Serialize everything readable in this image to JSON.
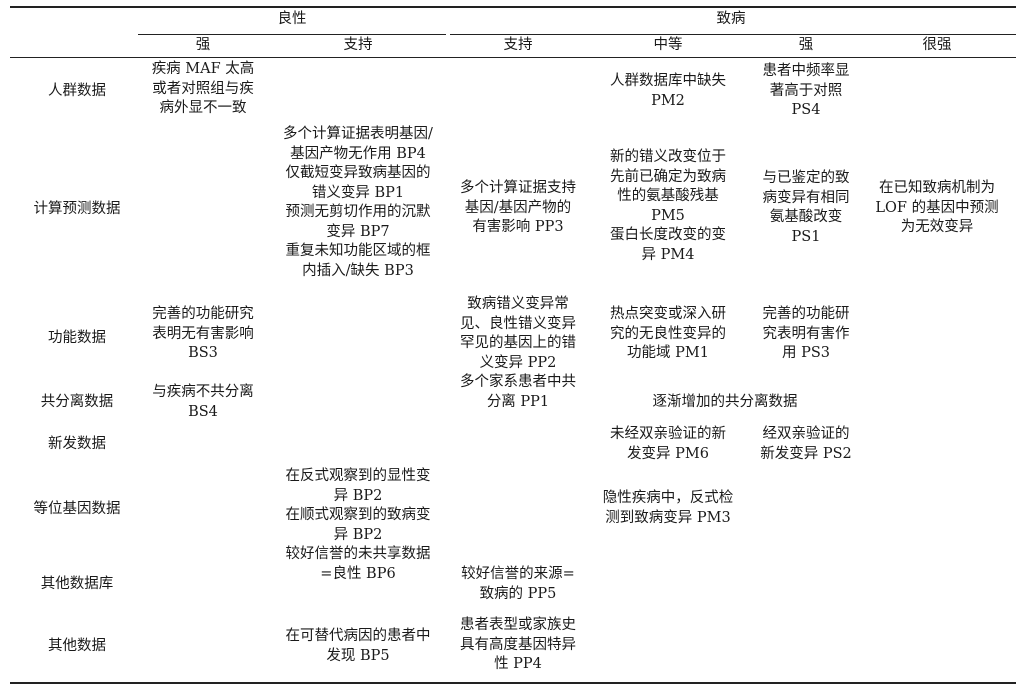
{
  "header": {
    "benign": "良性",
    "pathogenic": "致病",
    "sub": [
      "强",
      "支持",
      "支持",
      "中等",
      "强",
      "很强"
    ]
  },
  "rows": [
    "人群数据",
    "计算预测数据",
    "功能数据",
    "共分离数据",
    "新发数据",
    "等位基因数据",
    "其他数据库",
    "其他数据"
  ],
  "cells": {
    "bs1": [
      "疾病 MAF 太高",
      "或者对照组与疾",
      "病外显不一致"
    ],
    "pm2": [
      "人群数据库中缺失",
      "PM2"
    ],
    "ps4": [
      "患者中频率显",
      "著高于对照",
      "PS4"
    ],
    "bp_comp": [
      "多个计算证据表明基因/",
      "基因产物无作用 BP4",
      "仅截短变异致病基因的",
      "错义变异 BP1",
      "预测无剪切作用的沉默",
      "变异 BP7",
      "重复未知功能区域的框",
      "内插入/缺失 BP3"
    ],
    "pp3": [
      "多个计算证据支持",
      "基因/基因产物的",
      "有害影响 PP3"
    ],
    "pm5_pm4": [
      "新的错义改变位于",
      "先前已确定为致病",
      "性的氨基酸残基",
      "PM5",
      "蛋白长度改变的变",
      "异 PM4"
    ],
    "ps1": [
      "与已鉴定的致",
      "病变异有相同",
      "氨基酸改变",
      "PS1"
    ],
    "pvs1": [
      "在已知致病机制为",
      "LOF 的基因中预测",
      "为无效变异"
    ],
    "bs3": [
      "完善的功能研究",
      "表明无有害影响",
      "BS3"
    ],
    "pp2_pp1": [
      "致病错义变异常",
      "见、良性错义变异",
      "罕见的基因上的错",
      "义变异 PP2",
      "多个家系患者中共",
      "分离 PP1"
    ],
    "pm1": [
      "热点突变或深入研",
      "究的无良性变异的",
      "功能域 PM1"
    ],
    "ps3": [
      "完善的功能研",
      "究表明有害作",
      "用 PS3"
    ],
    "bs4": [
      "与疾病不共分离",
      "BS4"
    ],
    "coseg": [
      "逐渐增加的共分离数据"
    ],
    "pm6": [
      "未经双亲验证的新",
      "发变异 PM6"
    ],
    "ps2": [
      "经双亲验证的",
      "新发变异 PS2"
    ],
    "bp2_bp6": [
      "在反式观察到的显性变",
      "异 BP2",
      "在顺式观察到的致病变",
      "异 BP2",
      "较好信誉的未共享数据",
      "=良性 BP6"
    ],
    "pm3": [
      "隐性疾病中，反式检",
      "测到致病变异 PM3"
    ],
    "pp5": [
      "较好信誉的来源=",
      "致病的 PP5"
    ],
    "bp5": [
      "在可替代病因的患者中",
      "发现 BP5"
    ],
    "pp4": [
      "患者表型或家族史",
      "具有高度基因特异",
      "性 PP4"
    ]
  }
}
